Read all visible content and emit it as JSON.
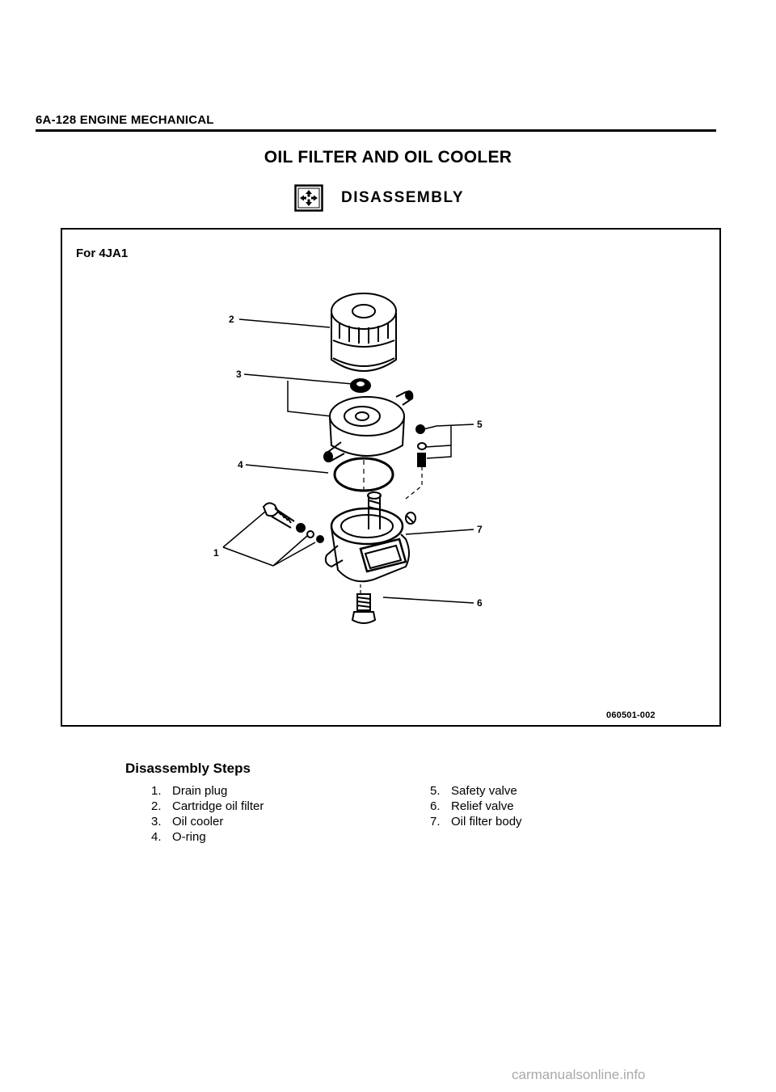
{
  "header": {
    "text": "6A-128 ENGINE MECHANICAL"
  },
  "title": "OIL FILTER AND OIL COOLER",
  "section": {
    "icon": "disassembly-arrows-icon",
    "label": "DISASSEMBLY"
  },
  "figure": {
    "variant_label": "For 4JA1",
    "code": "060501-002",
    "callouts": [
      "1",
      "2",
      "3",
      "4",
      "5",
      "6",
      "7"
    ]
  },
  "steps": {
    "heading": "Disassembly Steps",
    "left": [
      {
        "num": "1.",
        "label": "Drain plug"
      },
      {
        "num": "2.",
        "label": "Cartridge oil filter"
      },
      {
        "num": "3.",
        "label": "Oil cooler"
      },
      {
        "num": "4.",
        "label": "O-ring"
      }
    ],
    "right": [
      {
        "num": "5.",
        "label": "Safety valve"
      },
      {
        "num": "6.",
        "label": "Relief valve"
      },
      {
        "num": "7.",
        "label": "Oil filter body"
      }
    ]
  },
  "watermark": "carmanualsonline.info"
}
